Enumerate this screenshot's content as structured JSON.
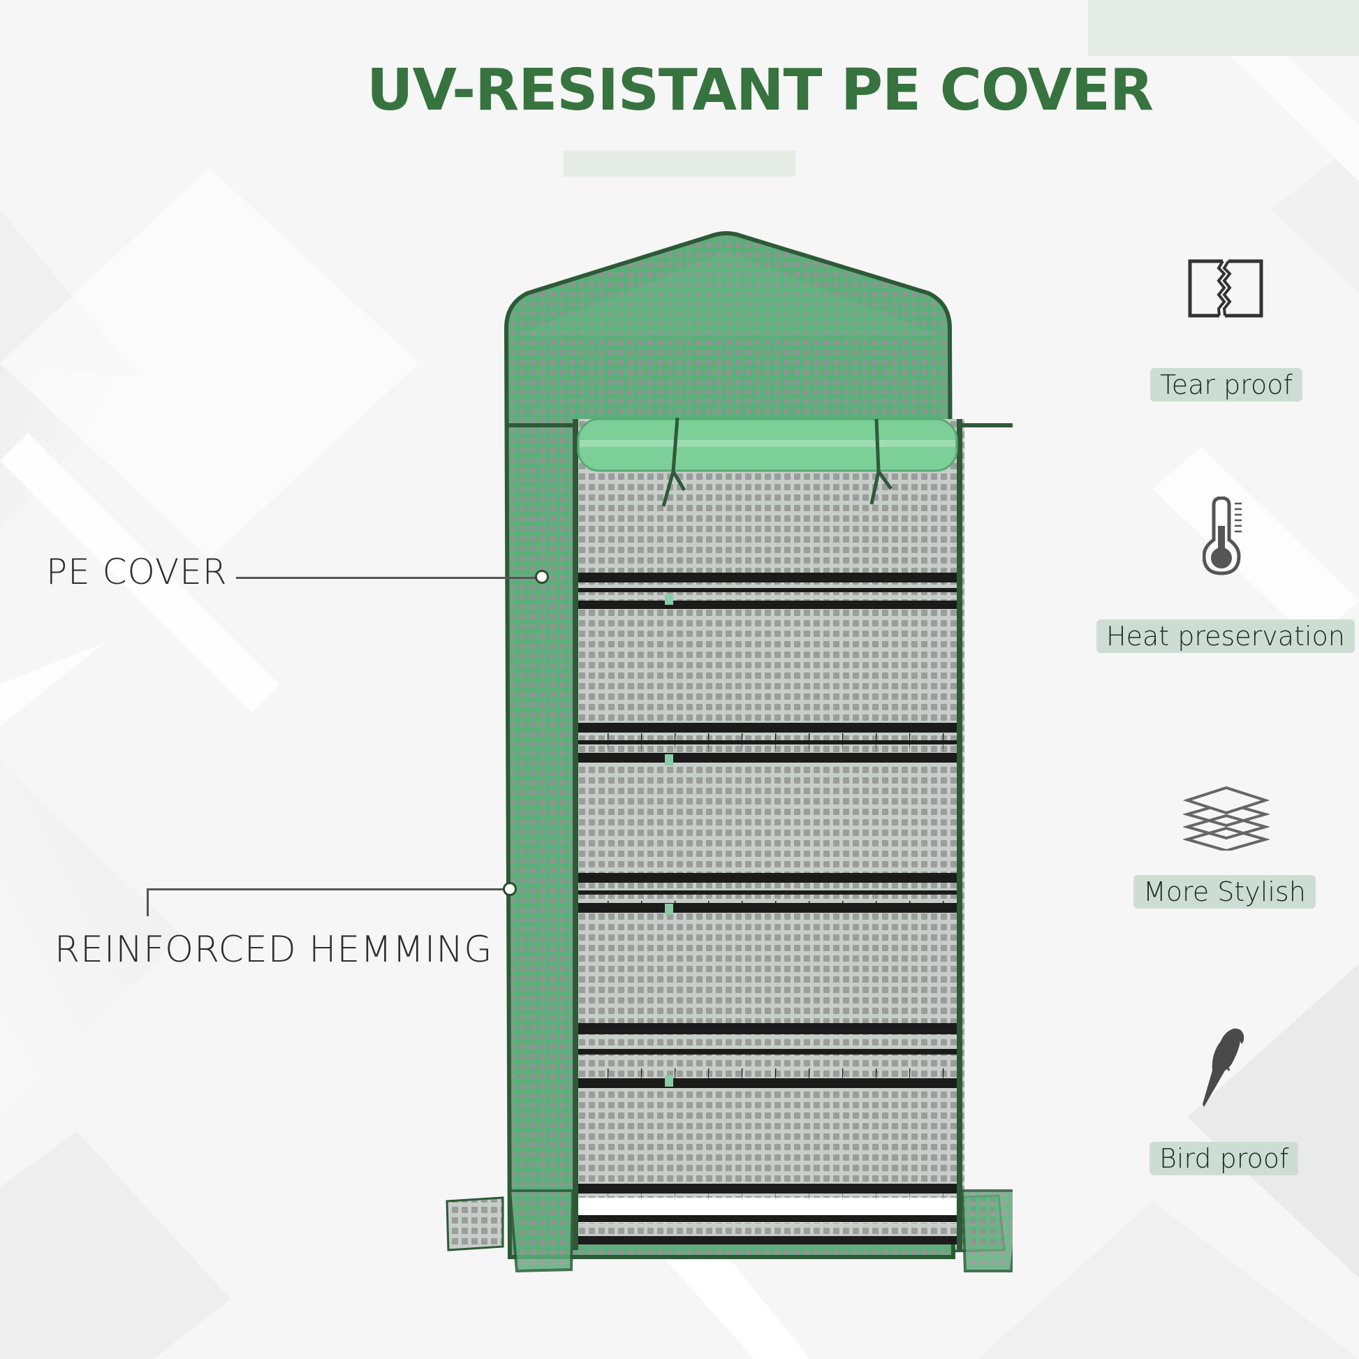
{
  "header": {
    "title": "UV-RESISTANT PE COVER"
  },
  "product": {
    "name": "mini-greenhouse",
    "shelves": 5,
    "colors": {
      "cover_green": "#3f9a5c",
      "trim_green": "#2c5a36",
      "mesh_gray": "#9c9c9c",
      "shelf_black": "#1b1b1b"
    }
  },
  "callouts": [
    {
      "label": "PE COVER"
    },
    {
      "label": "REINFORCED HEMMING"
    }
  ],
  "features": [
    {
      "icon": "tear-icon",
      "label": "Tear proof"
    },
    {
      "icon": "thermometer-icon",
      "label": "Heat preservation"
    },
    {
      "icon": "layers-icon",
      "label": "More Stylish"
    },
    {
      "icon": "bird-icon",
      "label": "Bird proof"
    }
  ],
  "colors": {
    "title_green": "#37733f",
    "tag_bg": "#cdddd3",
    "icon_gray": "#555555",
    "background": "#f7f7f7"
  }
}
